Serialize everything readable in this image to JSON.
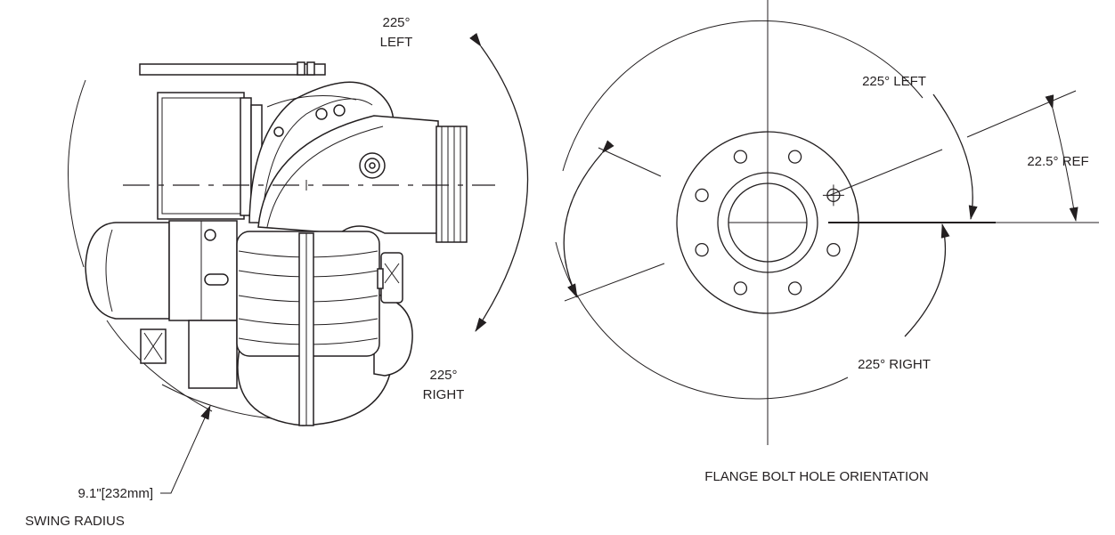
{
  "left_view": {
    "left_rotation_line1": "225°",
    "left_rotation_line2": "LEFT",
    "right_rotation_line1": "225°",
    "right_rotation_line2": "RIGHT",
    "swing_radius_value": "9.1\"[232mm]",
    "swing_radius_label": "SWING  RADIUS"
  },
  "right_view": {
    "left_rotation_label": "225° LEFT",
    "right_rotation_label": "225° RIGHT",
    "reference_angle_label": "22.5° REF",
    "caption": "FLANGE BOLT HOLE ORIENTATION",
    "bolt_hole_count": 8
  },
  "colors": {
    "ink": "#231f20",
    "background": "#ffffff"
  }
}
